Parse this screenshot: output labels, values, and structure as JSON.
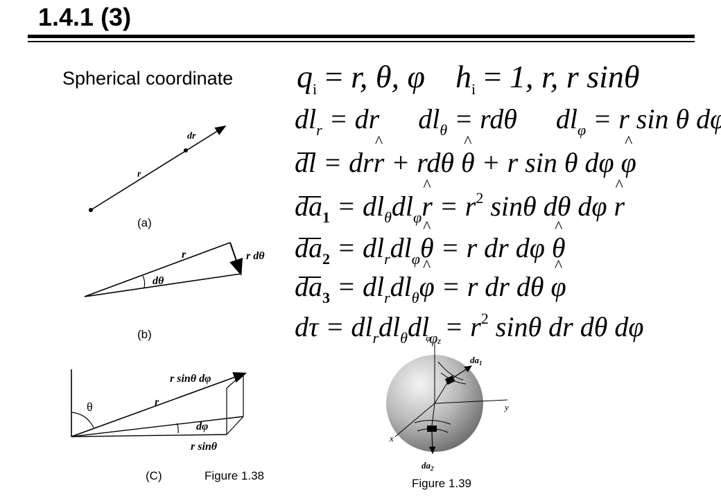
{
  "title": "1.4.1 (3)",
  "subtitle": "Spherical coordinate",
  "equations": {
    "coords": {
      "q": "q",
      "i": "i",
      "eq": " = ",
      "vals": "r, θ, φ",
      "h": "h",
      "h_vals": "1, r, r sinθ"
    },
    "dl_r": "dl",
    "dl_r_sub": "r",
    "dl_r_rhs": " = dr",
    "dl_t": "dl",
    "dl_t_sub": "θ",
    "dl_t_rhs": " = rdθ",
    "dl_p": "dl",
    "dl_p_sub": "φ",
    "dl_p_rhs": " = r sin θ dφ",
    "dl_vec_lhs": "dl",
    "dl_vec_p1": " = dr",
    "dl_vec_r": "r",
    "dl_vec_p2": " + rdθ ",
    "dl_vec_t": "θ",
    "dl_vec_p3": " + r sin θ dφ ",
    "dl_vec_ph": "φ",
    "da1_lhs": "da",
    "da1_sub": "1",
    "da1_p1": " = dl",
    "da1_s1": "θ",
    "da1_p2": "dl",
    "da1_s2": "φ",
    "da1_r": "r",
    "da1_p3": " = r",
    "da1_sup": "2",
    "da1_p4": " sinθ dθ  dφ ",
    "da1_r2": "r",
    "da2_lhs": "da",
    "da2_sub": "2",
    "da2_p1": " = dl",
    "da2_s1": "r",
    "da2_p2": "dl",
    "da2_s2": "φ",
    "da2_t": "θ",
    "da2_p3": " = r dr dφ ",
    "da2_t2": "θ",
    "da3_lhs": "da",
    "da3_sub": "3",
    "da3_p1": " = dl",
    "da3_s1": "r",
    "da3_p2": "dl",
    "da3_s2": "θ",
    "da3_ph": "φ",
    "da3_p3": " = r dr dθ ",
    "da3_ph2": "φ",
    "dtau_lhs": "dτ",
    "dtau_p1": " = dl",
    "dtau_s1": "r",
    "dtau_p2": "dl",
    "dtau_s2": "θ",
    "dtau_p3": "dl",
    "dtau_s3": "φ",
    "dtau_p4": " = r",
    "dtau_sup": "2",
    "dtau_p5": " sinθ dr dθ dφ"
  },
  "figures": {
    "a": {
      "caption": "(a)",
      "dr": "dr",
      "r": "r"
    },
    "b": {
      "caption": "(b)",
      "r": "r",
      "r_dtheta": "r  dθ",
      "dtheta": "dθ"
    },
    "c": {
      "caption": "(C)",
      "rsin_dphi": "r sinθ dφ",
      "r": "r",
      "theta": "θ",
      "dphi": "dφ",
      "rsin": "r sinθ"
    },
    "fig138": "Figure 1.38",
    "fig139": {
      "caption": "Figure 1.39",
      "z": "z",
      "phi": "φ",
      "da1": "da",
      "da1_sub": "1",
      "da2": "da",
      "da2_sub": "2",
      "x": "x",
      "y": "y"
    }
  },
  "colors": {
    "text": "#000000",
    "background": "#ffffff"
  }
}
